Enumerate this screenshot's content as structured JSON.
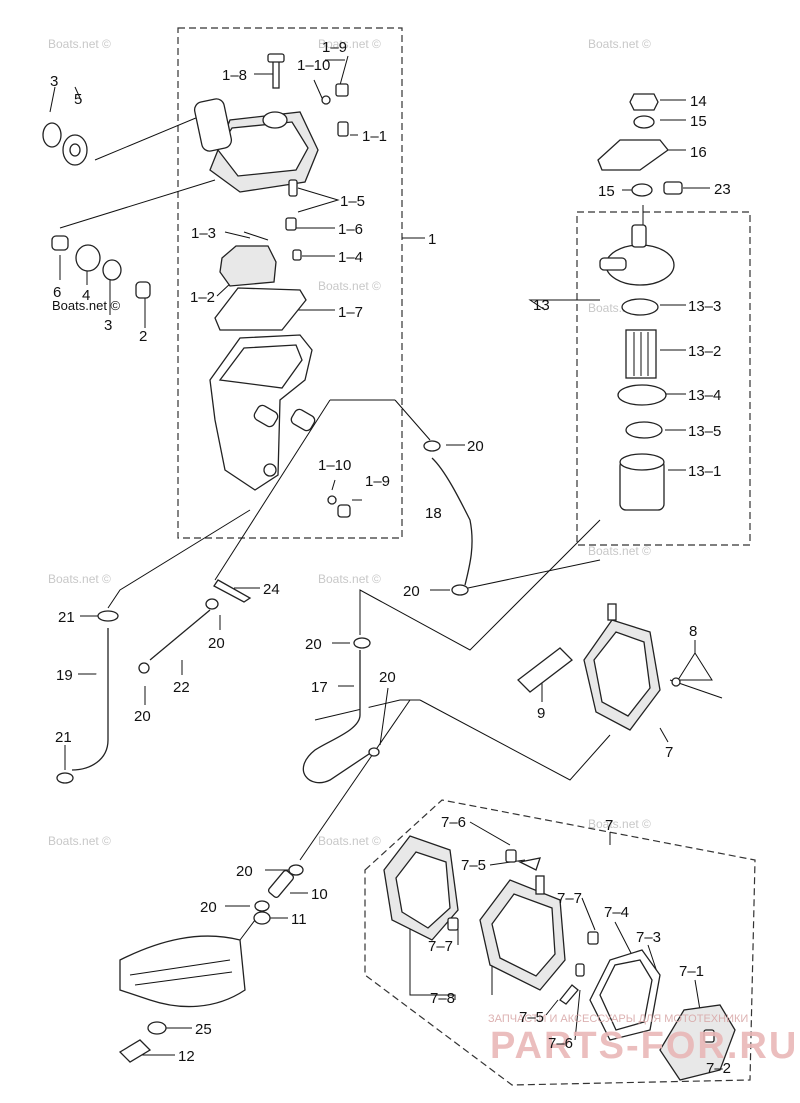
{
  "watermark_text": "Boats.net ©",
  "brand": {
    "subtitle": "ЗАПЧАСТИ И АКСЕССУАРЫ ДЛЯ МОТОТЕХНИКИ",
    "domain": "PARTS-FOR.RU"
  },
  "callouts": [
    {
      "id": "c-1-9a",
      "text": "1–9"
    },
    {
      "id": "c-1-8",
      "text": "1–8"
    },
    {
      "id": "c-1-10a",
      "text": "1–10"
    },
    {
      "id": "c-1-1",
      "text": "1–1"
    },
    {
      "id": "c-1-5",
      "text": "1–5"
    },
    {
      "id": "c-1-6",
      "text": "1–6"
    },
    {
      "id": "c-1-3",
      "text": "1–3"
    },
    {
      "id": "c-1-4",
      "text": "1–4"
    },
    {
      "id": "c-1-2",
      "text": "1–2"
    },
    {
      "id": "c-1-7",
      "text": "1–7"
    },
    {
      "id": "c-1",
      "text": "1"
    },
    {
      "id": "c-1-10b",
      "text": "1–10"
    },
    {
      "id": "c-1-9b",
      "text": "1–9"
    },
    {
      "id": "c-3a",
      "text": "3"
    },
    {
      "id": "c-5",
      "text": "5"
    },
    {
      "id": "c-6",
      "text": "6"
    },
    {
      "id": "c-4",
      "text": "4"
    },
    {
      "id": "c-3b",
      "text": "3"
    },
    {
      "id": "c-2",
      "text": "2"
    },
    {
      "id": "c-14",
      "text": "14"
    },
    {
      "id": "c-15a",
      "text": "15"
    },
    {
      "id": "c-16",
      "text": "16"
    },
    {
      "id": "c-15b",
      "text": "15"
    },
    {
      "id": "c-23",
      "text": "23"
    },
    {
      "id": "c-13",
      "text": "13"
    },
    {
      "id": "c-13-3",
      "text": "13–3"
    },
    {
      "id": "c-13-2",
      "text": "13–2"
    },
    {
      "id": "c-13-4",
      "text": "13–4"
    },
    {
      "id": "c-13-5",
      "text": "13–5"
    },
    {
      "id": "c-13-1",
      "text": "13–1"
    },
    {
      "id": "c-20a",
      "text": "20"
    },
    {
      "id": "c-18",
      "text": "18"
    },
    {
      "id": "c-24",
      "text": "24"
    },
    {
      "id": "c-21a",
      "text": "21"
    },
    {
      "id": "c-20b",
      "text": "20"
    },
    {
      "id": "c-19",
      "text": "19"
    },
    {
      "id": "c-22",
      "text": "22"
    },
    {
      "id": "c-20c",
      "text": "20"
    },
    {
      "id": "c-21b",
      "text": "21"
    },
    {
      "id": "c-20d",
      "text": "20"
    },
    {
      "id": "c-20e",
      "text": "20"
    },
    {
      "id": "c-17",
      "text": "17"
    },
    {
      "id": "c-20f",
      "text": "20"
    },
    {
      "id": "c-8",
      "text": "8"
    },
    {
      "id": "c-9",
      "text": "9"
    },
    {
      "id": "c-7a",
      "text": "7"
    },
    {
      "id": "c-7b",
      "text": "7"
    },
    {
      "id": "c-7-6a",
      "text": "7–6"
    },
    {
      "id": "c-7-5a",
      "text": "7–5"
    },
    {
      "id": "c-7-7a",
      "text": "7–7"
    },
    {
      "id": "c-7-7b",
      "text": "7–7"
    },
    {
      "id": "c-7-4",
      "text": "7–4"
    },
    {
      "id": "c-7-3",
      "text": "7–3"
    },
    {
      "id": "c-7-1",
      "text": "7–1"
    },
    {
      "id": "c-7-8",
      "text": "7–8"
    },
    {
      "id": "c-7-5b",
      "text": "7–5"
    },
    {
      "id": "c-7-6b",
      "text": "7–6"
    },
    {
      "id": "c-7-2",
      "text": "7–2"
    },
    {
      "id": "c-20g",
      "text": "20"
    },
    {
      "id": "c-10",
      "text": "10"
    },
    {
      "id": "c-20h",
      "text": "20"
    },
    {
      "id": "c-11",
      "text": "11"
    },
    {
      "id": "c-25",
      "text": "25"
    },
    {
      "id": "c-12",
      "text": "12"
    }
  ]
}
